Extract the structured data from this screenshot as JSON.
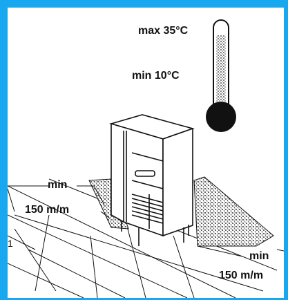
{
  "temperature": {
    "max_label": "max 35°C",
    "min_label": "min  10°C"
  },
  "clearance_left": {
    "min_label": "min",
    "distance_label": "150 m/m"
  },
  "clearance_right": {
    "min_label": "min",
    "distance_label": "150 m/m"
  },
  "margin_mark": "1",
  "colors": {
    "frame": "#18a8f0",
    "ink": "#111111",
    "paper": "#ffffff"
  }
}
